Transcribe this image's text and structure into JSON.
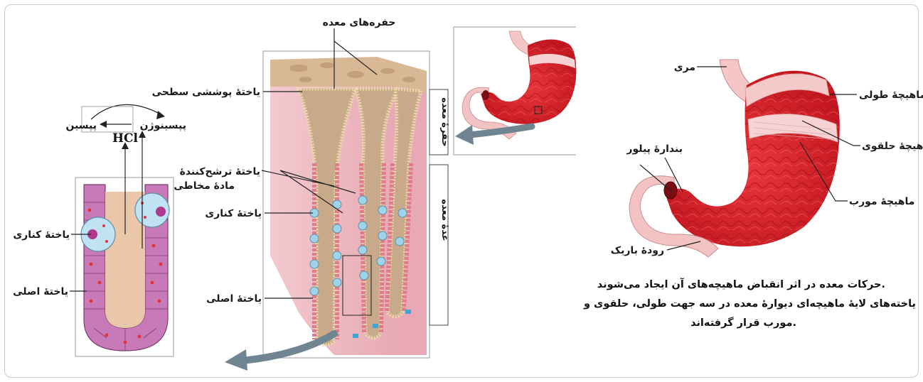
{
  "stomach_labels": {
    "esophagus": "مری",
    "longitudinal_muscle": "ماهیچهٔ طولی",
    "circular_muscle": "ماهیچهٔ حلقوی",
    "oblique_muscle": "ماهیچهٔ مورب",
    "pyloric_sphincter": "بندارهٔ پیلور",
    "small_intestine": "رودهٔ باریک"
  },
  "caption": [
    "حرکات معده در اثر انقباض ماهیچه‌های آن ایجاد می‌شوند.",
    "یاخته‌های لایهٔ ماهیچه‌ای دیوارهٔ معده در سه جهت طولی، حلقوی و",
    "مورب قرار گرفته‌اند."
  ],
  "side_labels": {
    "pit": "حفرهٔ معده",
    "gland": "غدهٔ معده"
  },
  "wall_labels": {
    "gastric_pits": "حفره‌های معده",
    "surface_cell": "یاختهٔ پوششی سطحی",
    "mucus_cell_line1": "یاختهٔ ترشح‌کنندهٔ",
    "mucus_cell_line2": "مادهٔ مخاطی",
    "parietal_cell": "یاختهٔ کناری",
    "chief_cell": "یاختهٔ اصلی"
  },
  "gland_labels": {
    "parietal_cell": "یاختهٔ کناری",
    "chief_cell": "یاختهٔ اصلی",
    "hcl": "HCl",
    "pepsinogen": "پپسینوژن",
    "pepsin": "پپسین"
  },
  "colors": {
    "stomach_red": "#d9252e",
    "muscle_pink": "#f2c4c4",
    "tissue_tan": "#c8a98a",
    "gland_pink": "#e89aa6",
    "chief_purple": "#b866a8",
    "parietal_blue": "#9fd3ea",
    "arrow_gray": "#6f8591"
  }
}
